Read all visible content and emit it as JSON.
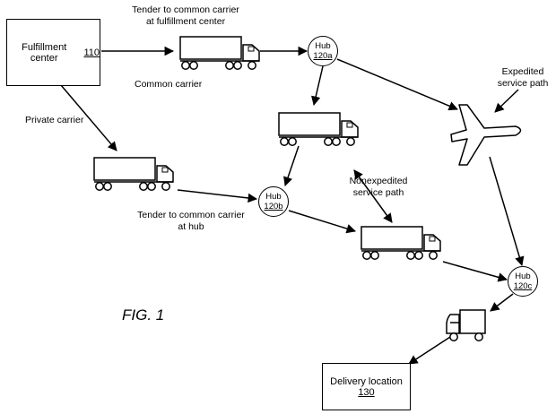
{
  "fulfillment_center": {
    "label": "Fulfillment center",
    "ref": "110"
  },
  "delivery_location": {
    "label": "Delivery location",
    "ref": "130"
  },
  "hubs": [
    {
      "label": "Hub",
      "ref": "120a"
    },
    {
      "label": "Hub",
      "ref": "120b"
    },
    {
      "label": "Hub",
      "ref": "120c"
    }
  ],
  "labels": {
    "tender_fc_1": "Tender to common carrier",
    "tender_fc_2": "at fulfillment center",
    "common_carrier": "Common carrier",
    "private_carrier": "Private carrier",
    "tender_hub_1": "Tender to common carrier",
    "tender_hub_2": "at hub",
    "expedited_1": "Expedited",
    "expedited_2": "service path",
    "nonexpedited_1": "Nonexpedited",
    "nonexpedited_2": "service path"
  },
  "figure_caption": "FIG. 1"
}
